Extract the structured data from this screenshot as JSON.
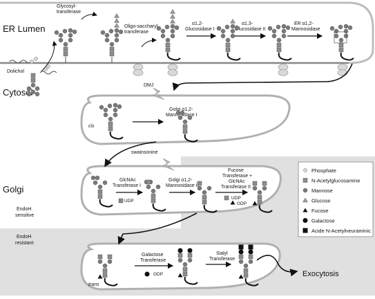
{
  "regions": {
    "er_lumen": "ER Lumen",
    "cytosol": "Cytosol",
    "golgi": "Golgi"
  },
  "labels": {
    "dolichol": "Dolichol",
    "dmj": "DMJ",
    "swainsonine": "swainsonine",
    "cis": "cis",
    "trans": "trans",
    "endoh_sensitive": [
      "EndoH",
      "sensitive"
    ],
    "endoh_resistant": [
      "EndoH",
      "resistant"
    ],
    "exocytosis": "Exocytosis",
    "udp_1": "UDP",
    "udp_2": "UDP",
    "gdp_1": "GDP",
    "gdp_2": "GDP"
  },
  "enzymes": {
    "glycosyltransferase": [
      "Glycosyl-",
      "transferase"
    ],
    "ost": [
      "Oligo-saccharyl",
      "transferase"
    ],
    "gluI": [
      "α1,2-",
      "Glucosidase I"
    ],
    "gluII": [
      "α1,3-",
      "Glucosidase II"
    ],
    "er_mannosidase": [
      "ER α1,2-",
      "Mannosidase"
    ],
    "golgi_manI": [
      "Golgi α1,2-",
      "Mannosidase I"
    ],
    "glcnac_tI": [
      "GlcNAc",
      "Transferase I"
    ],
    "golgi_manII": [
      "Golgi α1,2-",
      "Mannosidase II"
    ],
    "fuc_glcnac_tII": [
      "Fucose",
      "Transferase +",
      "GlcNAc",
      "Transferase II"
    ],
    "gal_t": [
      "Galactose",
      "Transferase"
    ],
    "sialyl_t": [
      "Sialyl",
      "Transferase"
    ]
  },
  "legend": [
    {
      "symbol": "phosphate",
      "label": "Phosphate"
    },
    {
      "symbol": "glcnac",
      "label": "N-Acetylglucosamine"
    },
    {
      "symbol": "mannose",
      "label": "Mannose"
    },
    {
      "symbol": "glucose",
      "label": "Glucose"
    },
    {
      "symbol": "fucose",
      "label": "Fucose"
    },
    {
      "symbol": "galactose",
      "label": "Galactose"
    },
    {
      "symbol": "sialic",
      "label": "Acide N-Acetylneuraminic"
    }
  ],
  "colors": {
    "mannose": "#7a7a7a",
    "glcnac": "#8c8c8c",
    "glucose": "#9a9a9a",
    "phosphate": "#d6d6d6",
    "dark": "#111111",
    "membrane_fill": "#ffffff",
    "golgi_bg": "#dedede",
    "bilayer": "#cfcfcf"
  }
}
